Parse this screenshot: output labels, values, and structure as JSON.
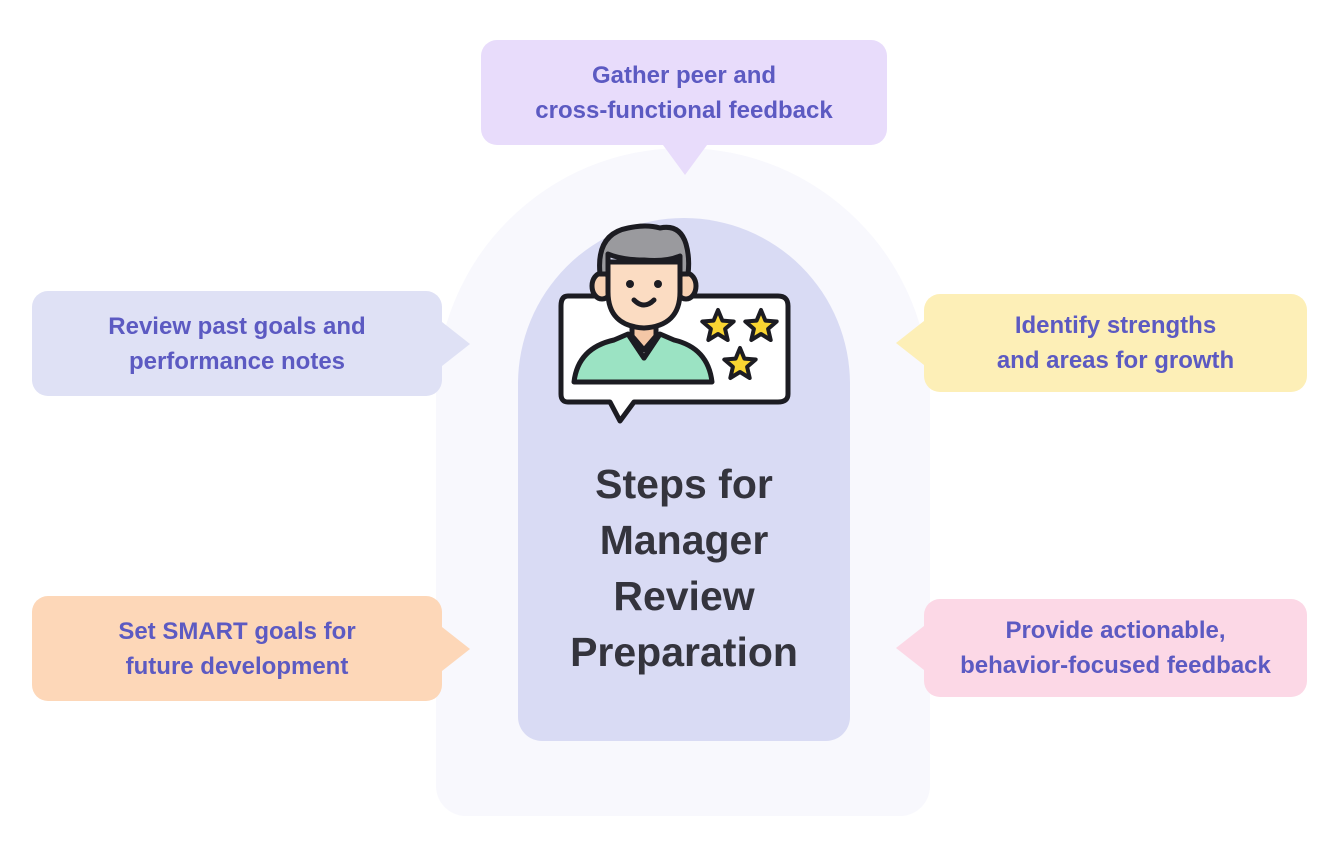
{
  "center": {
    "title": "Steps for\nManager\nReview\nPreparation",
    "icon": "manager-review-icon"
  },
  "steps": [
    {
      "text": "Gather peer and\ncross-functional feedback",
      "color": "#e8dcfb"
    },
    {
      "text": "Review past goals and\nperformance notes",
      "color": "#dfe1f5"
    },
    {
      "text": "Identify strengths\nand areas for growth",
      "color": "#fdefb7"
    },
    {
      "text": "Set SMART goals for\nfuture development",
      "color": "#fdd7b8"
    },
    {
      "text": "Provide actionable,\nbehavior-focused feedback",
      "color": "#fcd8e6"
    }
  ],
  "colors": {
    "text": "#5c5ac2",
    "title": "#34343d",
    "inner_arch": "#d9dbf4",
    "outer_arch": "#f8f8fd"
  }
}
